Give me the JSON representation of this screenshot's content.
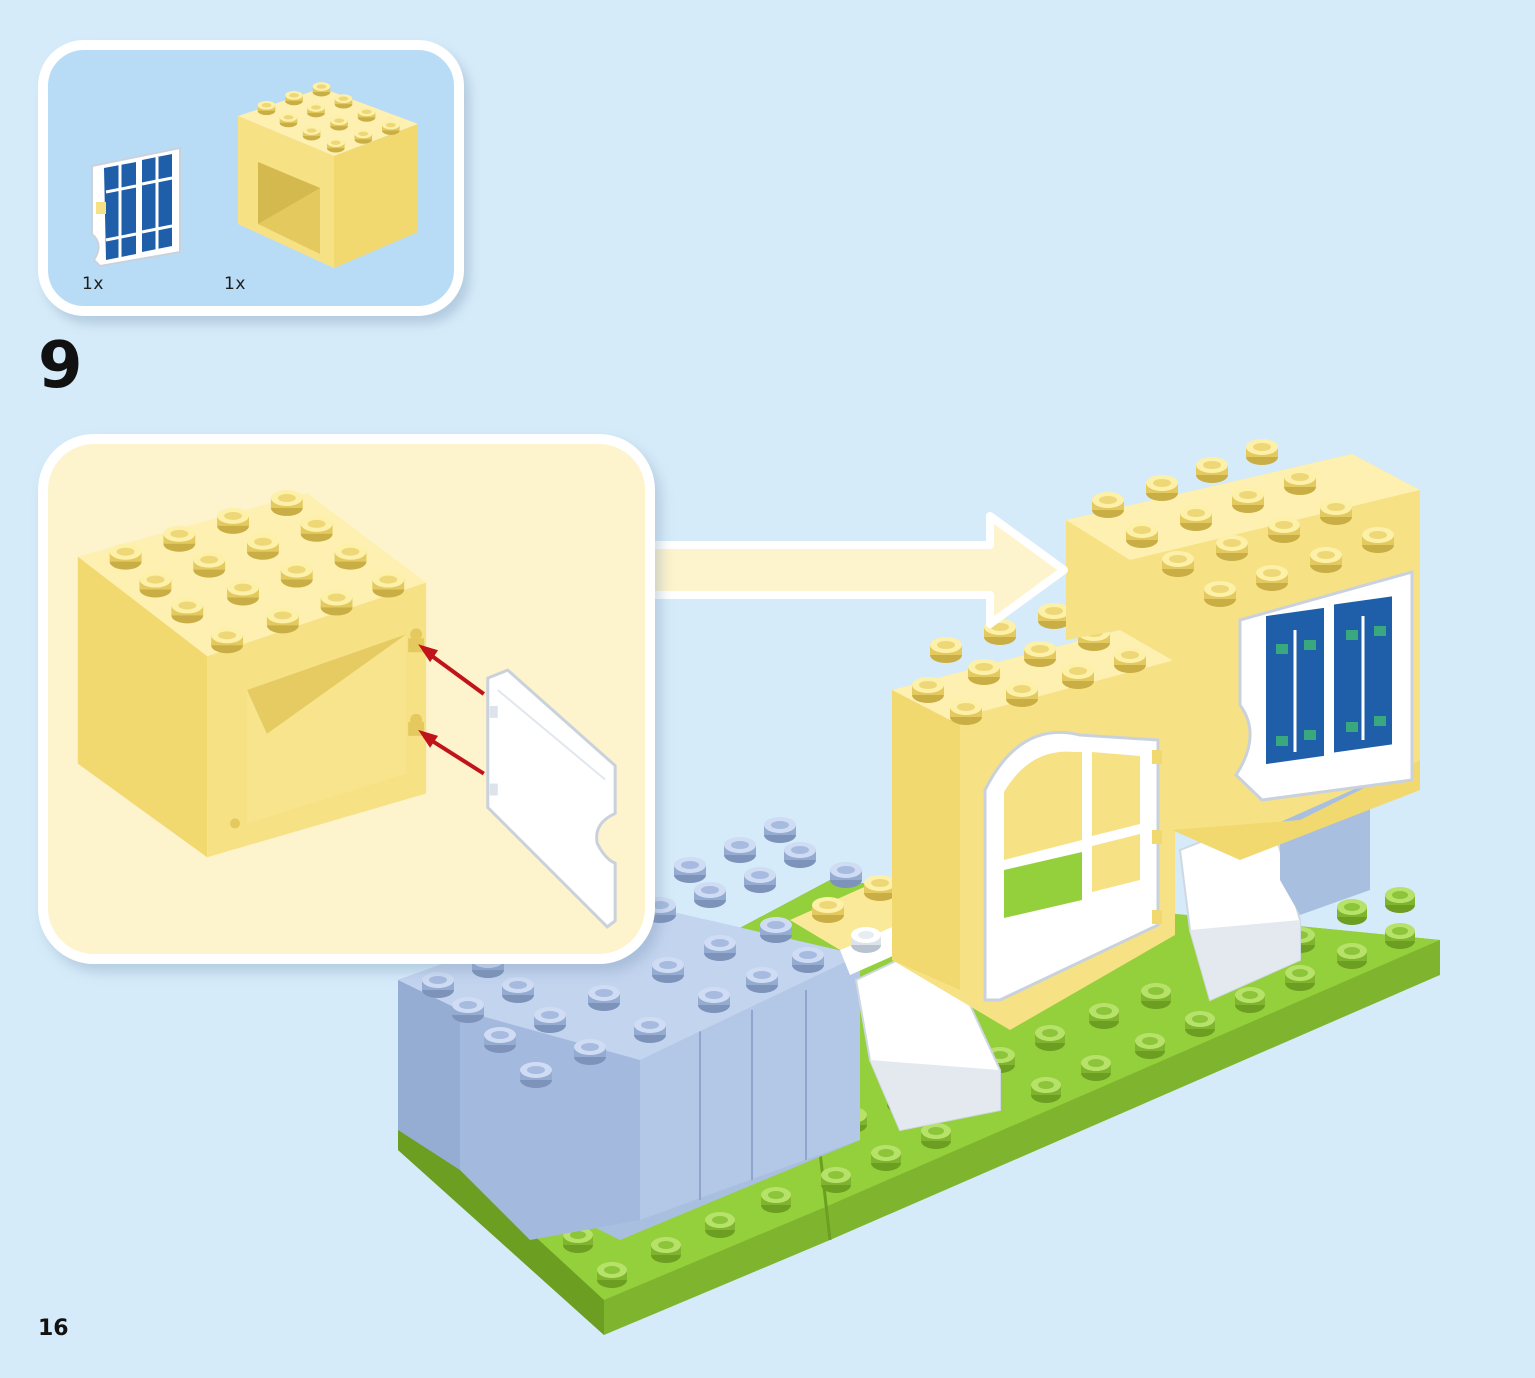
{
  "parts": {
    "items": [
      {
        "name": "window-panel",
        "qty": "1x"
      },
      {
        "name": "yellow-house-block",
        "qty": "1x"
      }
    ]
  },
  "step": {
    "number": "9"
  },
  "page": {
    "number": "16"
  },
  "colors": {
    "page_background": "#d5ebf9",
    "parts_box": "#b9dcf6",
    "callout": "#fdf3cc",
    "yellow_brick": "#f9e48b",
    "blue_brick": "#a9bfe0",
    "green_plate": "#94cf3c",
    "white_part": "#ffffff",
    "window_glass": "#1f5ea8",
    "arrow": "#c0141a"
  }
}
